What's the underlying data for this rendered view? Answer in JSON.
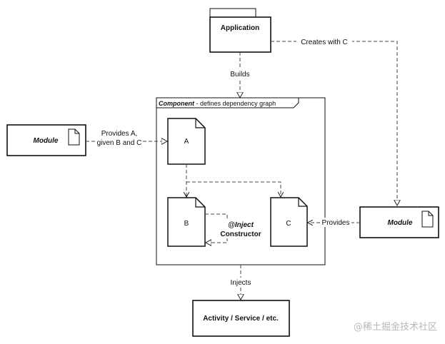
{
  "nodes": {
    "application": "Application",
    "component_title": "Component",
    "component_desc": " - defines dependency graph",
    "module_left": "Module",
    "module_right": "Module",
    "a": "A",
    "b": "B",
    "c": "C",
    "target": "Activity / Service / etc."
  },
  "edges": {
    "builds": "Builds",
    "creates_with_c": "Creates with C",
    "provides_a_line1": "Provides A,",
    "provides_a_line2": "given B and C",
    "provides": "Provides",
    "inject_line1": "@Inject",
    "inject_line2": "Constructor",
    "injects": "Injects"
  },
  "watermark": "@稀土掘金技术社区",
  "colors": {
    "stroke": "#111111",
    "dash": "#444444",
    "watermark": "#b8b8b8"
  }
}
